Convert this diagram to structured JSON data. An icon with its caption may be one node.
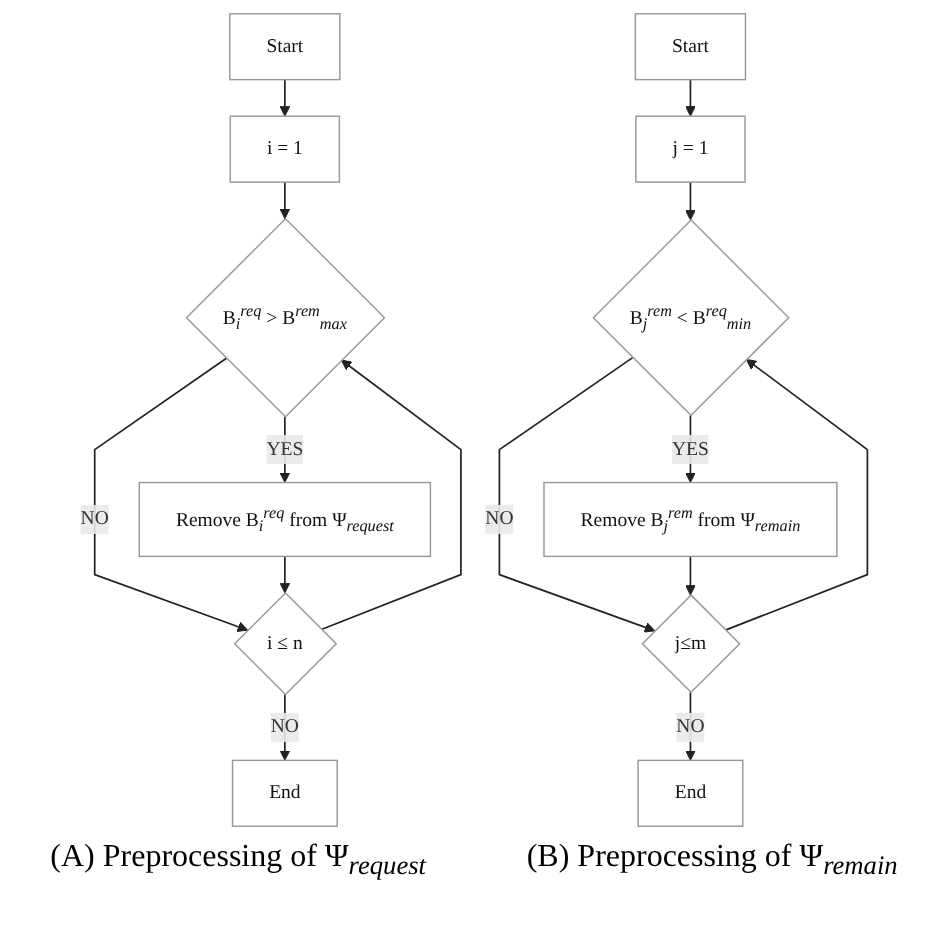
{
  "diagram": {
    "nodes": [
      {
        "text": [
          "Start"
        ]
      },
      {
        "text": [
          "i = 1"
        ]
      },
      {
        "text": [
          "B$_{i}$$^{req}$ > B$^{rem}$$_{max}$"
        ]
      },
      {
        "text": [
          "Remove B$_{i}$$^{req}$ from Ψ$_{request}$"
        ]
      },
      {
        "text": [
          "i ≤ n"
        ]
      },
      {
        "text": [
          "End"
        ]
      },
      {
        "text": [
          "Start"
        ]
      },
      {
        "text": [
          "j = 1"
        ]
      },
      {
        "text": [
          "B$_{j}$$^{rem}$ < B$^{req}$$_{min}$"
        ]
      },
      {
        "text": [
          "Remove B$_{j}$$^{rem}$ from Ψ$_{remain}$"
        ]
      },
      {
        "text": [
          "j≤m"
        ]
      },
      {
        "text": [
          "End"
        ]
      }
    ],
    "edges": [
      {
        "from": 0,
        "to": 1,
        "arrow": "to"
      },
      {
        "from": 1,
        "to": 2,
        "arrow": "to"
      },
      {
        "from": 2,
        "to": 3,
        "arrow": "to",
        "label": "YES"
      },
      {
        "from": 2,
        "to": 4,
        "arrow": "to",
        "label": "NO"
      },
      {
        "from": 3,
        "to": 4,
        "arrow": "to"
      },
      {
        "from": 4,
        "to": 2,
        "arrow": "to"
      },
      {
        "from": 4,
        "to": 5,
        "arrow": "to",
        "label": "NO"
      },
      {
        "from": 6,
        "to": 7,
        "arrow": "to"
      },
      {
        "from": 7,
        "to": 8,
        "arrow": "to"
      },
      {
        "from": 8,
        "to": 9,
        "arrow": "to",
        "label": "YES"
      },
      {
        "from": 8,
        "to": 10,
        "arrow": "to",
        "label": "NO"
      },
      {
        "from": 9,
        "to": 10,
        "arrow": "to"
      },
      {
        "from": 10,
        "to": 8,
        "arrow": "to"
      },
      {
        "from": 10,
        "to": 11,
        "arrow": "to",
        "label": "NO"
      }
    ],
    "labels": [
      "(A) Preprocessing of Ψ$_{request}$",
      "(B) Preprocessing of Ψ$_{remain}$"
    ]
  }
}
